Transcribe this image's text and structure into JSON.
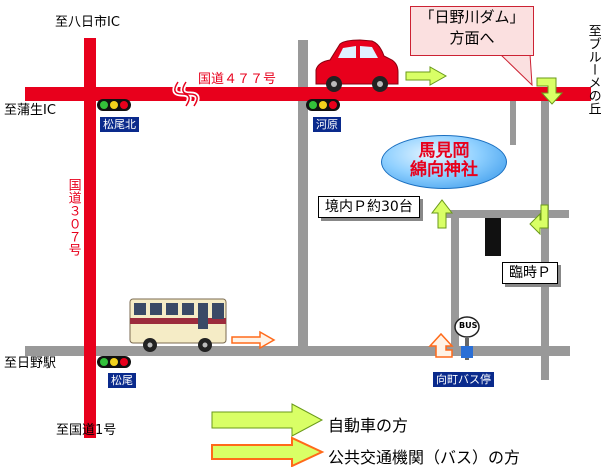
{
  "labels": {
    "to_hachioji_ic": "至八日市IC",
    "to_gamou_ic": "至蒲生IC",
    "to_hino_station": "至日野駅",
    "to_route1": "至国道1号",
    "to_blueme": "至ブルーメの丘",
    "route477": "国道４７７号",
    "route307": "国道３０７号"
  },
  "callout": {
    "line1": "「日野川ダム」",
    "line2": "方面へ"
  },
  "intersections": {
    "matsuo_kita": "松尾北",
    "kawara": "河原",
    "matsuo": "松尾"
  },
  "shrine": {
    "line1": "馬見岡",
    "line2": "綿向神社"
  },
  "parking": {
    "precinct": "境内Ｐ約30台",
    "temporary": "臨時Ｐ"
  },
  "bus_stop": {
    "sign": "BUS",
    "name": "向町バス停"
  },
  "legend": {
    "car": "自動車の方",
    "bus": "公共交通機関（バス）の方"
  },
  "colors": {
    "road_main": "#e8001c",
    "road_local": "#999999",
    "car_arrow": "#d9ff66",
    "bus_arrow": "#ff6a1a",
    "intersection_label": "#0a2a8c"
  }
}
